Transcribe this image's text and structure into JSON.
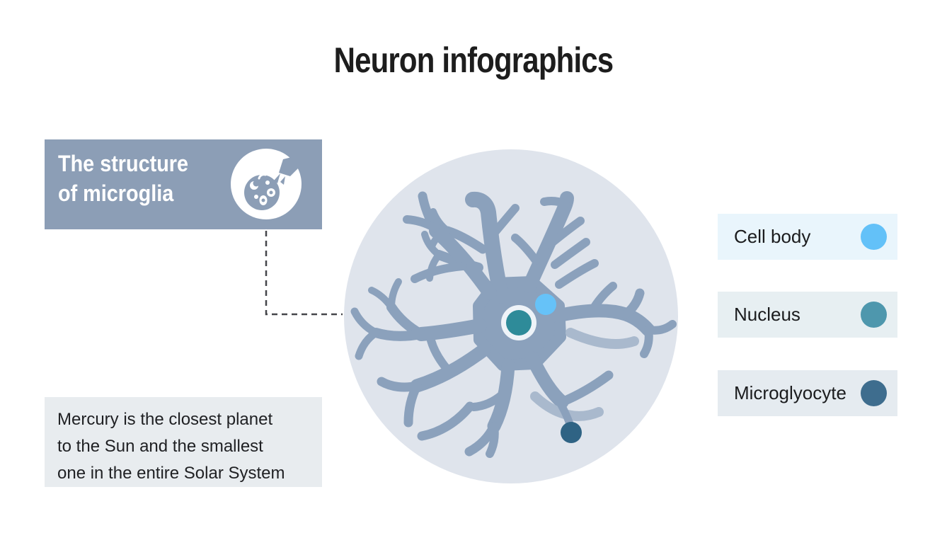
{
  "title": "Neuron infographics",
  "card": {
    "heading": "The structure\nof microglia",
    "bg_color": "#8C9EB6"
  },
  "legend": {
    "items": [
      {
        "label": "Cell body",
        "dot_color": "#63C1F8",
        "bg_color": "#E9F5FC"
      },
      {
        "label": "Nucleus",
        "dot_color": "#4E97AD",
        "bg_color": "#E7EFF2"
      },
      {
        "label": "Microglyocyte",
        "dot_color": "#3E6D8E",
        "bg_color": "#E5EBF0"
      }
    ]
  },
  "description": {
    "text": "Mercury is the closest planet\nto the Sun and the smallest\none in the entire Solar System",
    "bg_color": "#E8ECEF"
  },
  "diagram": {
    "bg_circle_color": "#DFE4EC",
    "cell_color": "#8BA1BC",
    "cell_light_color": "#A9B9CD",
    "nucleus_color": "#2E8B99",
    "nucleus_ring_color": "#EEF3F8",
    "cell_body_dot_color": "#66C2F8",
    "microglyocyte_dot_color": "#2F6384",
    "connector_color": "#45464A"
  }
}
